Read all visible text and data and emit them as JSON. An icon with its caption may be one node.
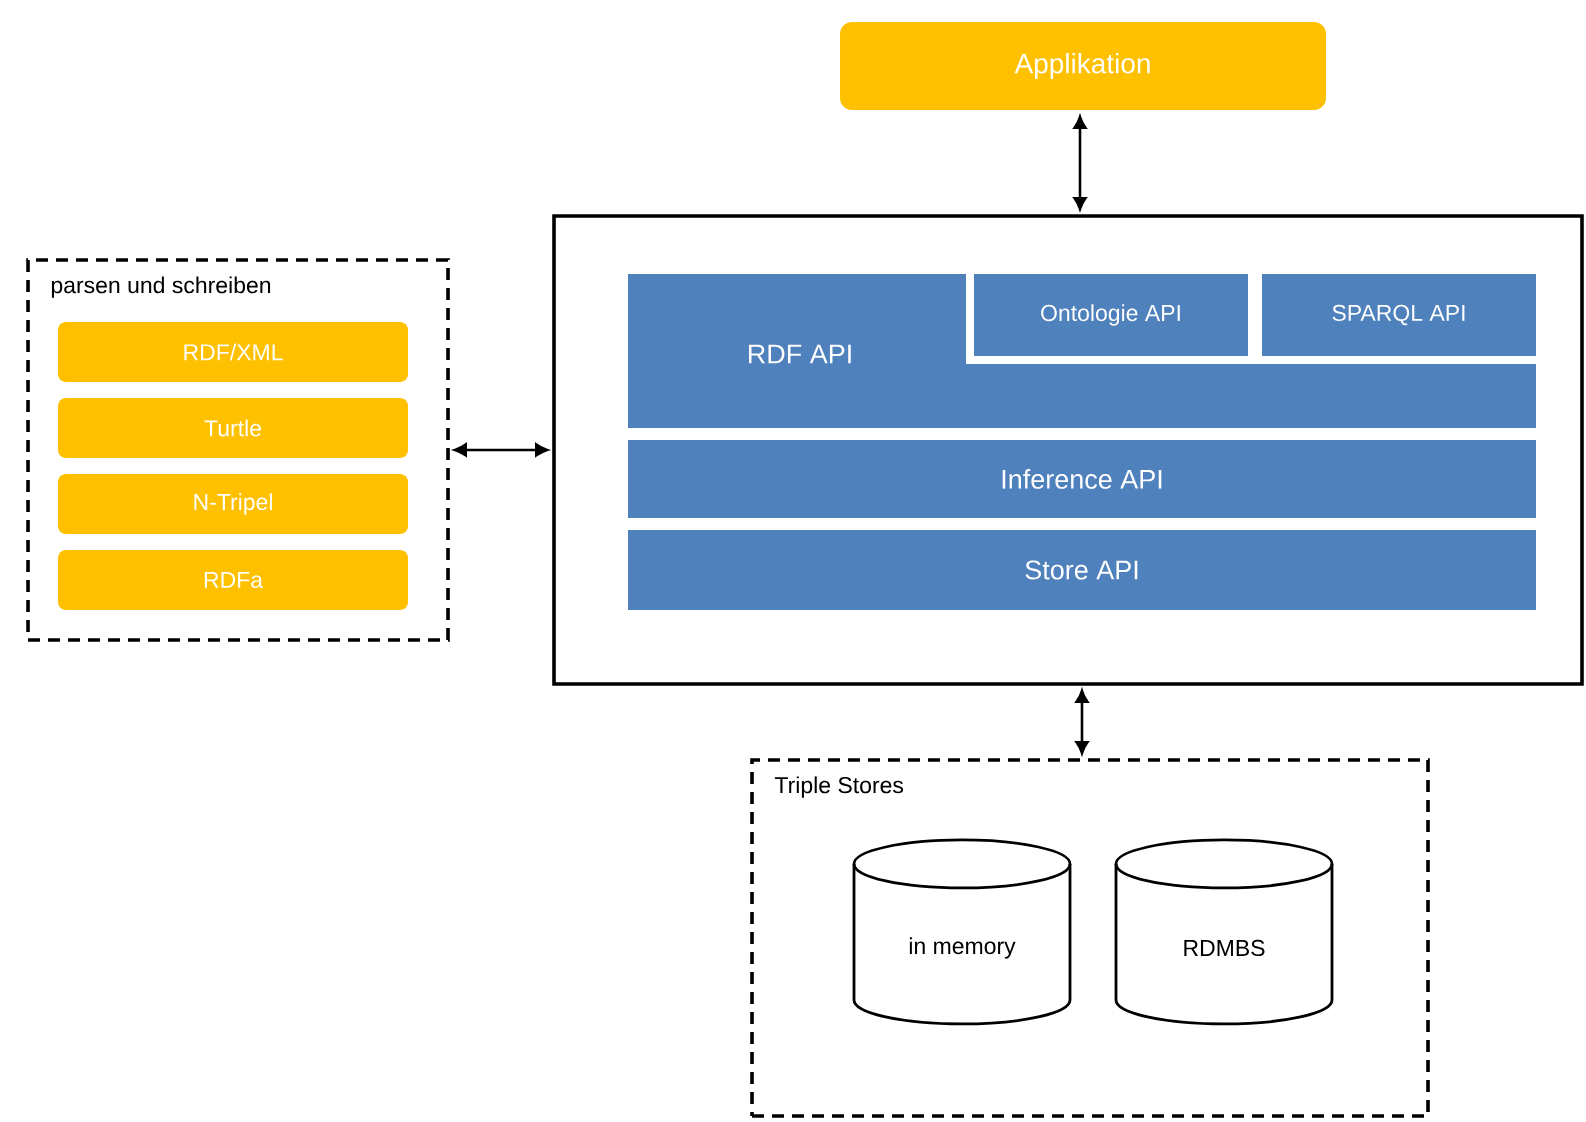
{
  "diagram": {
    "nodes": [
      {
        "text": [
          "Applikation"
        ]
      },
      {
        "text": [
          "parsen und schreiben"
        ]
      },
      {
        "text": [
          "RDF/XML"
        ],
        "in": 1
      },
      {
        "text": [
          "Turtle"
        ],
        "in": 1
      },
      {
        "text": [
          "N-Tripel"
        ],
        "in": 1
      },
      {
        "text": [
          "RDFa"
        ],
        "in": 1
      },
      {
        "text": [],
        "shape": "box"
      },
      {
        "text": [
          "RDF API"
        ],
        "in": 6
      },
      {
        "text": [
          "Ontologie API"
        ],
        "in": 6
      },
      {
        "text": [
          "SPARQL API"
        ],
        "in": 6
      },
      {
        "text": [
          "Inference API"
        ],
        "in": 6
      },
      {
        "text": [
          "Store API"
        ],
        "in": 6
      },
      {
        "text": [
          "Triple Stores"
        ]
      },
      {
        "text": [
          "in memory"
        ],
        "in": 12
      },
      {
        "text": [
          "RDMBS"
        ],
        "in": 12
      }
    ],
    "edges": [
      {
        "from": 0,
        "to": 6,
        "arrow": "both"
      },
      {
        "from": 1,
        "to": 6,
        "arrow": "both"
      },
      {
        "from": 6,
        "to": 12,
        "arrow": "both"
      }
    ]
  }
}
